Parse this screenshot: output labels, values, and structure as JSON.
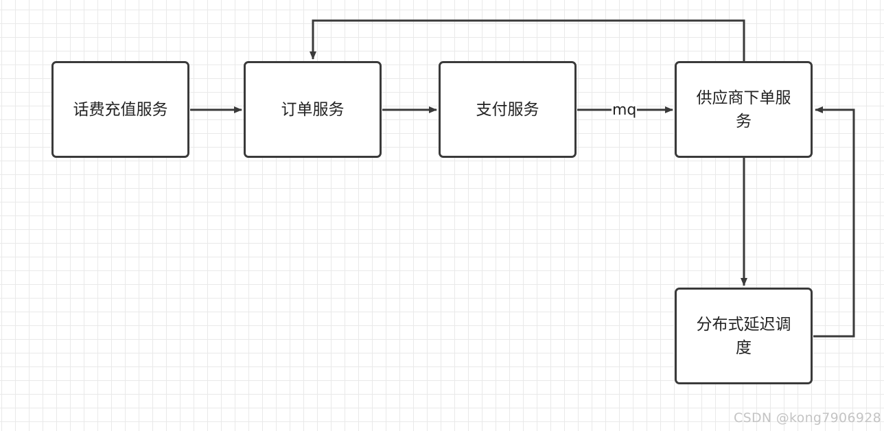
{
  "nodes": {
    "recharge": "话费充值服务",
    "order": "订单服务",
    "payment": "支付服务",
    "supplier_order": "供应商下单服务",
    "delay_scheduler": "分布式延迟调度"
  },
  "edges": {
    "payment_to_supplier_label": "mq"
  },
  "watermark": "CSDN @kong7906928",
  "colors": {
    "stroke": "#3a3a3a",
    "grid": "#e9e9e9",
    "background": "#ffffff"
  }
}
